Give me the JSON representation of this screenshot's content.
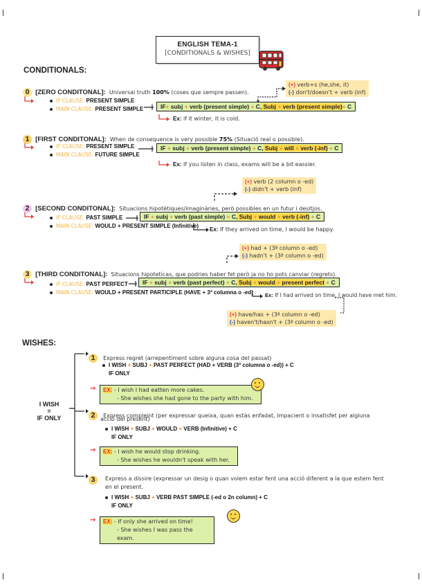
{
  "title": {
    "line1": "ENGLISH TEMA-1",
    "line2": "[CONDITIONALS & WISHES]"
  },
  "conditionals": {
    "heading": "CONDITIONALS:",
    "zero": {
      "num": "0",
      "name": "[ZERO CONDITONAL]:",
      "desc_a": "Universal truth ",
      "desc_b": "100%",
      "desc_c": " (coses que sempre passen).",
      "if_label": "IF CLAUSE:",
      "if_value": "PRESENT SIMPLE",
      "main_label": "MAIN CLAUSE:",
      "main_value": "PRESENT SIMPLE",
      "f1": "IF",
      "f2": "+ ",
      "f3": "subj",
      "f4": " + ",
      "f5": "verb (present simple)",
      "f6": " + ",
      "f7": "C,",
      "f8": " Subj",
      "f9": " + ",
      "f10": "verb (present simple)",
      "f11": "+ ",
      "f12": "C",
      "ex_label": "Ex:",
      "ex_text": " if it winter, it is cold.",
      "note_plus_sign": "(+)",
      "note_plus": " verb+s (he,she, it)",
      "note_minus_sign": "(-)",
      "note_minus": " don't/doesn't + verb (inf)"
    },
    "first": {
      "num": "1",
      "name": "[FIRST CONDITONAL]:",
      "desc_a": "When de consequence is very possible ",
      "desc_b": "75%",
      "desc_c": " (Situació real o possible).",
      "if_label": "IF CLAUSE:",
      "if_value": "PRESENT SIMPLE",
      "main_label": "MAIN CLAUSE:",
      "main_value": "FUTURE SIMPLE",
      "f1": "IF",
      "f2": " + ",
      "f3": "subj",
      "f4": " + ",
      "f5": "verb (present simple)",
      "f6": " + ",
      "f7": "C,",
      "f8": " Subj",
      "f9": " + ",
      "f10": "will",
      "f11": " + ",
      "f12": "verb (-inf)",
      "f13": " + ",
      "f14": "C",
      "ex_label": "Ex:",
      "ex_text": " If you listen in class, exams will be a bit eassier."
    },
    "second": {
      "num": "2",
      "name": "[SECOND CONDITONAL]:",
      "desc_a": "Situacions hipotètiques/imaginàries, però possibles en un futur i desitjos.",
      "if_label": "IF CLAUSE:",
      "if_value": "PAST SIMPLE",
      "main_label": "MAIN CLAUSE:",
      "main_value": "WOULD + PRESENT SIMPLE (Infinitive)",
      "f1": "IF",
      "f2": " + ",
      "f3": "subj",
      "f4": " + ",
      "f5": "verb (past simple)",
      "f6": " + ",
      "f7": "C,",
      "f8": " Subj",
      "f9": " + ",
      "f10": "would",
      "f11": " + ",
      "f12": "verb (-inf)",
      "f13": " + ",
      "f14": "C",
      "ex_label": "Ex:",
      "ex_text": " If they arrived on time, I would be happy.",
      "note_plus_sign": "(+)",
      "note_plus": " verb (2 column o -ed)",
      "note_minus_sign": "(-)",
      "note_minus": " didn't + verb (inf)"
    },
    "third": {
      "num": "3",
      "name": "[THIRD CONDITONAL]:",
      "desc_a": "Situacions hipotetícas, que podries haber fet però ja no ho pots canviar (regrets).",
      "if_label": "IF CLAUSE:",
      "if_value": "PAST PERFECT",
      "main_label": "MAIN CLAUSE:",
      "main_value": "WOULD +  PRESENT PARTICIPLE (HAVE + 3ª columna o -ed)",
      "f1": "IF",
      "f2": " + ",
      "f3": "subj",
      "f4": " + ",
      "f5": "verb (past perfect)",
      "f6": " + ",
      "f7": "C,",
      "f8": " Subj",
      "f9": " + ",
      "f10": "would",
      "f11": " + ",
      "f12": "present perfect",
      "f13": " + ",
      "f14": "C",
      "ex_label": "Ex:",
      "ex_text": " If I had arrived on time, I would  have met him.",
      "note_plus_sign": "(+)",
      "note_plus": " had +  (3ª column o -ed)",
      "note_minus_sign": "(-)",
      "note_minus": " hadn't + (3ª column o -ed)",
      "note2_plus_sign": "(+)",
      "note2_plus": " have/has +  (3ª column o -ed)",
      "note2_minus_sign": "(-)",
      "note2_minus": " haven't/hasn't + (3ª column o -ed)"
    }
  },
  "wishes": {
    "heading": "WISHES:",
    "center_l1": "I WISH",
    "center_l2": "=",
    "center_l3": "IF ONLY",
    "w1": {
      "num": "1",
      "desc": "Express regret (arrepentiment sobre alguna cosa del passat)",
      "fa": "I WISH",
      "fb": " + ",
      "fc": "SUBJ",
      "fd": " + ",
      "fe": "PAST PERFECT (HAD + VERB (3ª columna o -ed)) + C",
      "ff": "IF ONLY",
      "ex_label": "EX:",
      "ex1": " - I wish I had eatten more cakes.",
      "ex2": "- She wishes she had gone to the party with him."
    },
    "w2": {
      "num": "2",
      "desc1": "Express compleint (per expressar queixa, quan estàs enfadat, impacient o insatisfet  per algiuna",
      "desc2": "acció del present)",
      "fa": "I WISH",
      "fb": " + ",
      "fc": "SUBJ",
      "fd": " + ",
      "fe": "WOULD",
      "fg": " + ",
      "fh": "VERB (Infinitive) + C",
      "ff": "IF ONLY",
      "ex_label": "EX:",
      "ex1": " - I wish he would stop drinking.",
      "ex2": "- She wishes he wouldn't speak with her."
    },
    "w3": {
      "num": "3",
      "desc1": "Express a dissire (expressar un desig o quan volem estar fent una acció diferent a la que estem fent",
      "desc2": "en el present.",
      "fa": "I WISH",
      "fb": " + ",
      "fc": "SUBJ",
      "fd": " + ",
      "fe": " VERB PAST SIMPLE (-ed o 2n column) + C",
      "ff": "IF ONLY",
      "ex_label": "EX:",
      "ex1": " - If only she arrived on time!",
      "ex2": "- She wishes I was pass the exam."
    }
  },
  "colors": {
    "green": "#dcf0a9",
    "yellow": "#ffd84a",
    "note": "#fde9ae",
    "orange": "#f4b341",
    "red": "#e23b3b"
  }
}
